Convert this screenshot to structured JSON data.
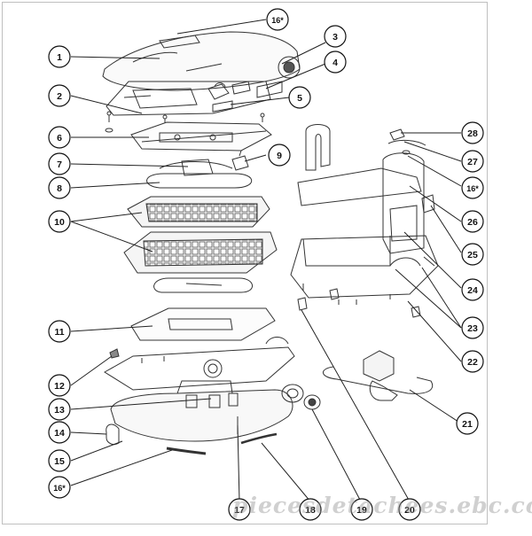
{
  "diagram": {
    "callouts": [
      {
        "id": "c16a",
        "label": "16*"
      },
      {
        "id": "c1",
        "label": "1"
      },
      {
        "id": "c3",
        "label": "3"
      },
      {
        "id": "c4",
        "label": "4"
      },
      {
        "id": "c5",
        "label": "5"
      },
      {
        "id": "c2",
        "label": "2"
      },
      {
        "id": "c6",
        "label": "6"
      },
      {
        "id": "c9",
        "label": "9"
      },
      {
        "id": "c7",
        "label": "7"
      },
      {
        "id": "c8",
        "label": "8"
      },
      {
        "id": "c10",
        "label": "10"
      },
      {
        "id": "c11",
        "label": "11"
      },
      {
        "id": "c12",
        "label": "12"
      },
      {
        "id": "c13",
        "label": "13"
      },
      {
        "id": "c14",
        "label": "14"
      },
      {
        "id": "c15",
        "label": "15"
      },
      {
        "id": "c16b",
        "label": "16*"
      },
      {
        "id": "c17",
        "label": "17"
      },
      {
        "id": "c18",
        "label": "18"
      },
      {
        "id": "c19",
        "label": "19"
      },
      {
        "id": "c20",
        "label": "20"
      },
      {
        "id": "c28",
        "label": "28"
      },
      {
        "id": "c27",
        "label": "27"
      },
      {
        "id": "c16c",
        "label": "16*"
      },
      {
        "id": "c26",
        "label": "26"
      },
      {
        "id": "c25",
        "label": "25"
      },
      {
        "id": "c24",
        "label": "24"
      },
      {
        "id": "c23",
        "label": "23"
      },
      {
        "id": "c22",
        "label": "22"
      },
      {
        "id": "c21",
        "label": "21"
      }
    ],
    "watermark": "piecesdetachees.ebc.com"
  }
}
